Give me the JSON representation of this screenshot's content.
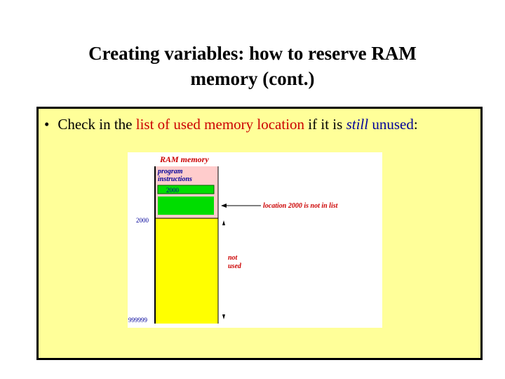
{
  "slide": {
    "title_line1": "Creating variables: how to reserve RAM",
    "title_line2": "memory (cont.)",
    "bullet": {
      "marker": "•",
      "part1": "Check in the ",
      "part2": "list of used memory location",
      "part3": " if it is ",
      "part4": "still",
      "part5": " ",
      "part6": "unused",
      "part7": ":"
    }
  },
  "diagram": {
    "heading": "RAM memory",
    "program_label_1": "program",
    "program_label_2": "instructions",
    "location_label": "2000",
    "annotation": "location 2000 is not in list",
    "address_top": "2000",
    "address_bottom": "999999",
    "range_label_1": "not",
    "range_label_2": "used",
    "colors": {
      "pink": "#ffcccc",
      "green": "#00dd00",
      "yellow": "#ffff00",
      "red_text": "#cc0000",
      "blue_text": "#000099"
    }
  }
}
